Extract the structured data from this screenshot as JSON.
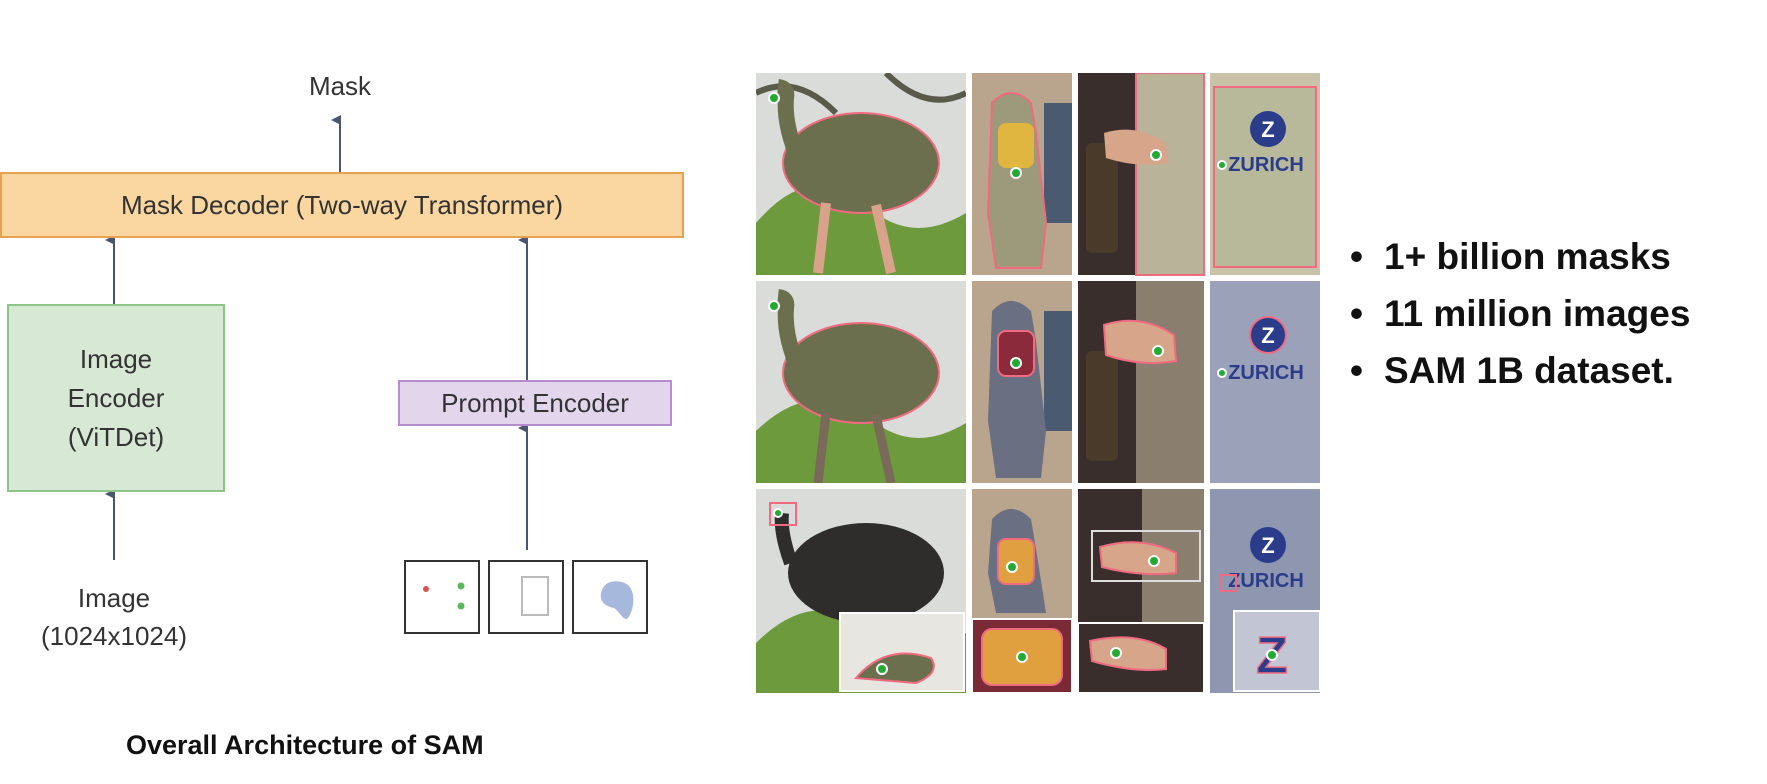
{
  "diagram": {
    "output_label": "Mask",
    "mask_decoder_label": "Mask Decoder (Two-way Transformer)",
    "image_encoder_lines": [
      "Image",
      "Encoder",
      "(ViTDet)"
    ],
    "prompt_encoder_label": "Prompt Encoder",
    "input_lines": [
      "Image",
      "(1024x1024)"
    ],
    "prompt_types": [
      "point-prompt-icon",
      "box-prompt-icon",
      "mask-prompt-icon"
    ],
    "caption": "Overall Architecture of SAM"
  },
  "examples_grid": {
    "columns": [
      "ostrich",
      "person-with-backpack",
      "hand-with-bottle",
      "zurich-sign"
    ],
    "rows": 3,
    "sign_text": "ZURICH",
    "logo_letter": "Z",
    "colors": {
      "mask_outline": "#f06b80",
      "point": "#22aa33"
    }
  },
  "bullets": [
    "1+ billion masks",
    "11 million images",
    "SAM 1B dataset."
  ],
  "colors": {
    "decoder_fill": "#fad7a0",
    "decoder_border": "#e8a24f",
    "encoder_fill": "#d7e9d4",
    "encoder_border": "#8cc588",
    "prompt_fill": "#e3d5ec",
    "prompt_border": "#b48ccf",
    "arrow": "#4a5670"
  }
}
